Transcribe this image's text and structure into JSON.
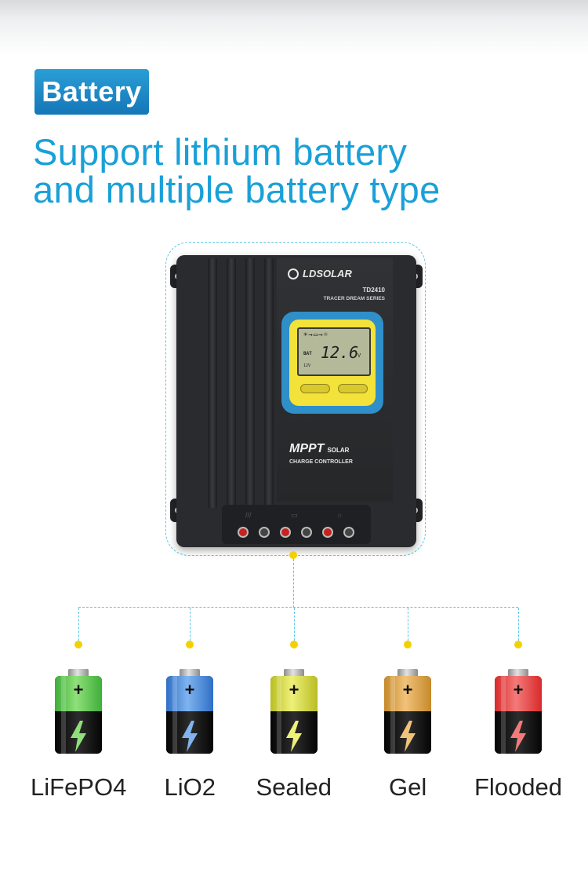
{
  "badge": {
    "label": "Battery"
  },
  "headline": {
    "line1": "Support lithium battery",
    "line2": "and multiple battery type"
  },
  "device": {
    "brand": "LDSOLAR",
    "model": "TD2410",
    "series": "TRACER DREAM SERIES",
    "lcd_label": "BAT",
    "lcd_reading": "12.6",
    "lcd_unit": "V",
    "lcd_range": "12V",
    "product_line1": "MPPT",
    "product_line1_suffix": "SOLAR",
    "product_line2": "CHARGE CONTROLLER"
  },
  "batteries": [
    {
      "name": "LiFePO4",
      "color": "#3fae3a",
      "highlight": "#8fe07a"
    },
    {
      "name": "LiO2",
      "color": "#2f6fc6",
      "highlight": "#7fb4ef"
    },
    {
      "name": "Sealed",
      "color": "#b9bd22",
      "highlight": "#eef07a"
    },
    {
      "name": "Gel",
      "color": "#c58a2a",
      "highlight": "#f1c27a"
    },
    {
      "name": "Flooded",
      "color": "#d82a2a",
      "highlight": "#f47a7a"
    }
  ],
  "colors": {
    "accent": "#1aa0d8",
    "badge": "#1476b8",
    "connector": "#5ec7e6",
    "dot": "#f5d000"
  }
}
